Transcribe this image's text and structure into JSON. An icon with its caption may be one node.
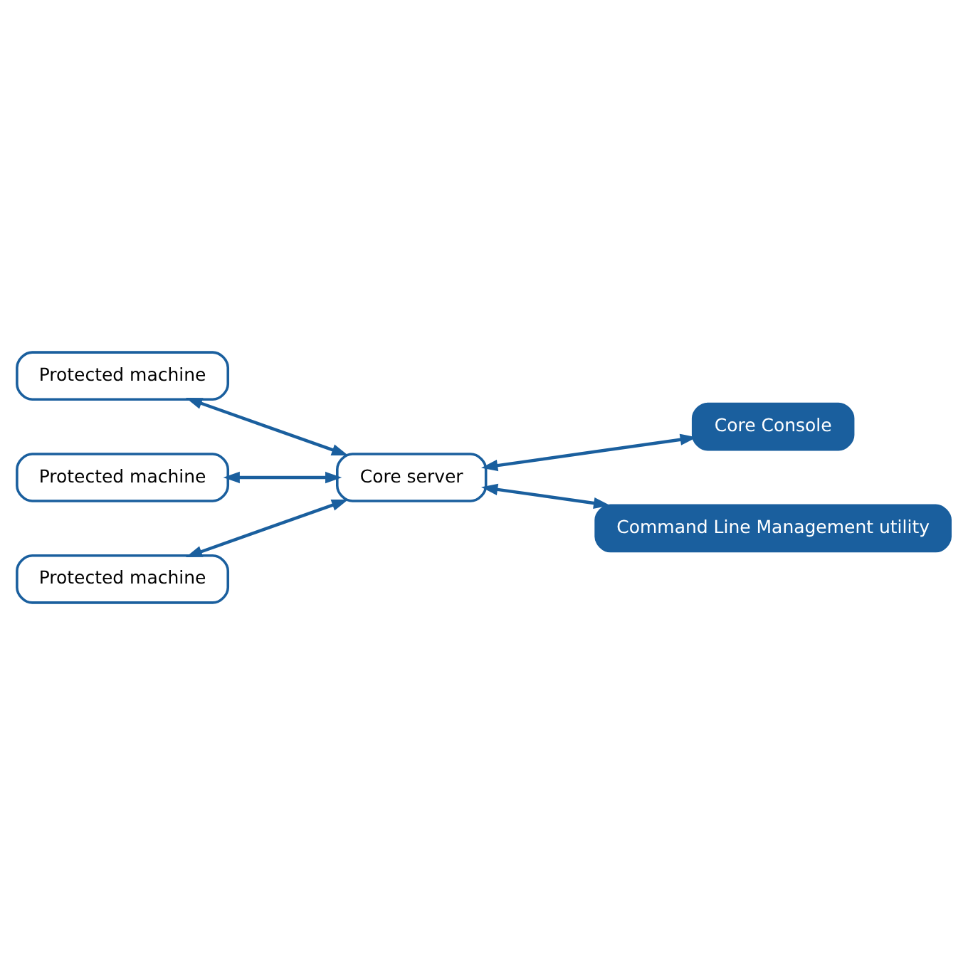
{
  "diagram": {
    "nodes": [
      {
        "text": [
          "Protected machine"
        ]
      },
      {
        "text": [
          "Protected machine"
        ]
      },
      {
        "text": [
          "Protected machine"
        ]
      },
      {
        "text": [
          "Core server"
        ]
      },
      {
        "text": [
          "Core Console"
        ]
      },
      {
        "text": [
          "Command Line Management utility"
        ]
      }
    ],
    "edges": [
      {
        "from": 0,
        "to": 3,
        "arrow": "both"
      },
      {
        "from": 1,
        "to": 3,
        "arrow": "both"
      },
      {
        "from": 2,
        "to": 3,
        "arrow": "both"
      },
      {
        "from": 3,
        "to": 4,
        "arrow": "both"
      },
      {
        "from": 3,
        "to": 5,
        "arrow": "both"
      }
    ]
  }
}
